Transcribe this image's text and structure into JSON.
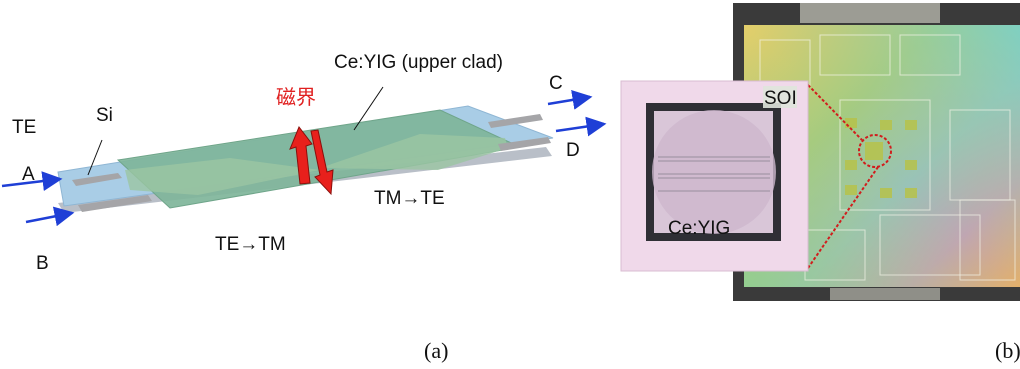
{
  "panel_a": {
    "label_te": "TE",
    "label_si": "Si",
    "label_ceyig": "Ce:YIG (upper clad)",
    "label_field": "磁界",
    "port_a": "A",
    "port_b": "B",
    "port_c": "C",
    "port_d": "D",
    "label_te_tm": "TE→TM",
    "label_tm_te": "TM→TE",
    "caption": "(a)"
  },
  "panel_b": {
    "label_soi": "SOI",
    "label_ceyig": "Ce:YIG",
    "caption": "(b)"
  },
  "colors": {
    "arrow_blue": "#1f3fd6",
    "field_red": "#e8201c",
    "field_label": "#e02020",
    "clad_green": "#7fb59a",
    "substrate_blue": "#a9cde6",
    "chip_dark": "#3a3a3a",
    "inset_bg": "#f0d9ea"
  }
}
